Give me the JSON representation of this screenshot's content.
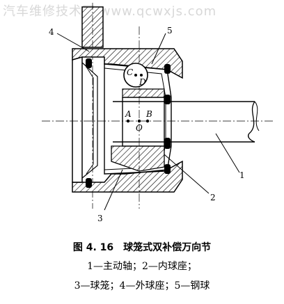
{
  "watermark": "汽车维修技术网 www.qcwxjs.com",
  "labels": {
    "n1": "1",
    "n2": "2",
    "n3": "3",
    "n4": "4",
    "n5": "5",
    "C": "C",
    "D": "D",
    "A": "A",
    "B": "B",
    "O": "O"
  },
  "caption": {
    "fig_number": "图 4. 16",
    "title": "球笼式双补偿万向节",
    "line1": "1—主动轴；2—内球座；",
    "line2": "3—球笼；4—外球座；5—钢球"
  }
}
